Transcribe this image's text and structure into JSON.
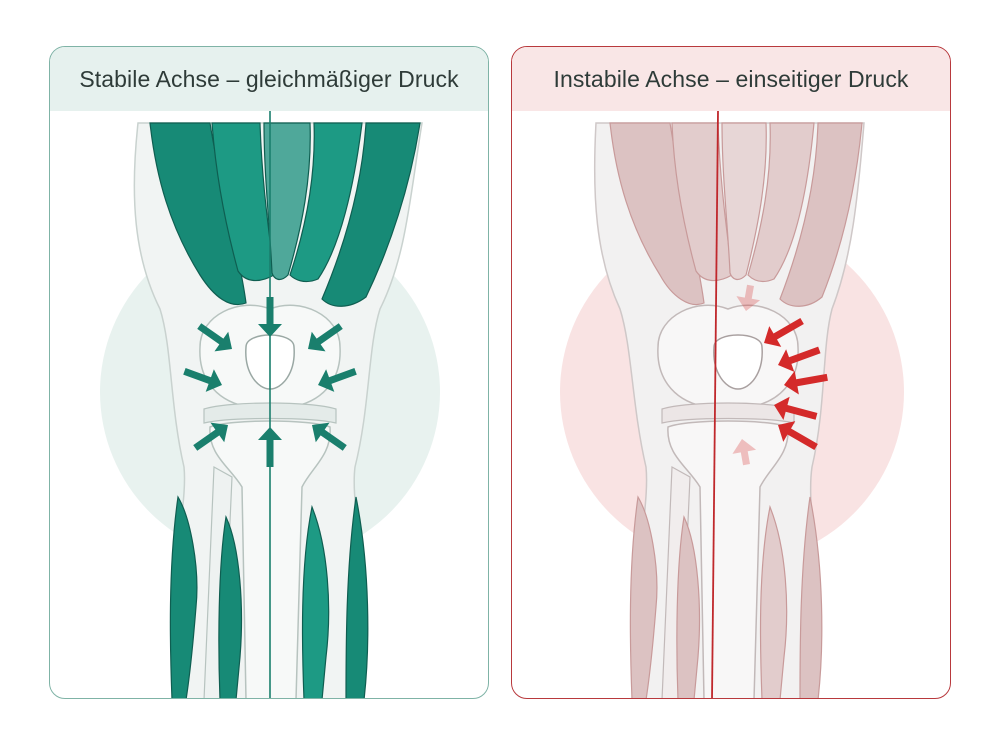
{
  "panels": {
    "left": {
      "title": "Stabile Achse – gleichmäßiger Druck",
      "accent": "#1a7f6d",
      "muscle": "#178a76",
      "halo": "#e6f1ee",
      "border": "#7fb3a6"
    },
    "right": {
      "title": "Instabile Achse – einseitiger Druck",
      "accent": "#d42a2a",
      "muscle": "#dcc2c2",
      "halo": "#f9e1e1",
      "border": "#b8393d"
    }
  },
  "icons": {
    "left": [
      "knee-joint-illustration",
      "axis-line",
      "pressure-arrow-icon"
    ],
    "right": [
      "knee-joint-illustration",
      "axis-line",
      "pressure-arrow-icon"
    ]
  }
}
